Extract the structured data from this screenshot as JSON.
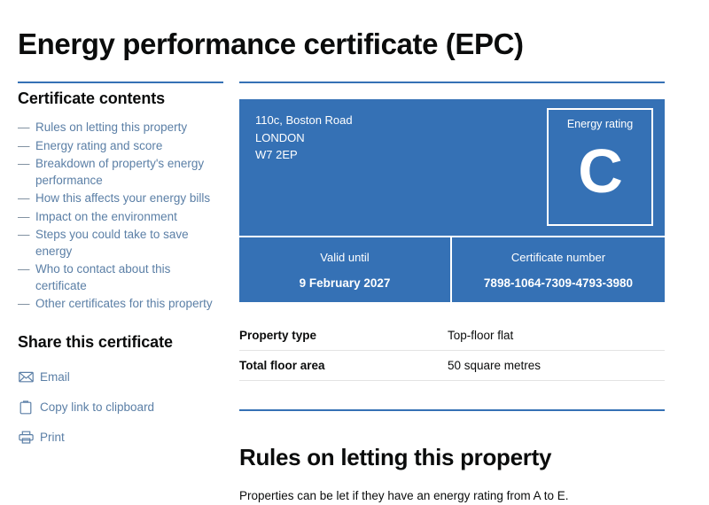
{
  "page": {
    "title": "Energy performance certificate (EPC)"
  },
  "sidebar": {
    "contents_heading": "Certificate contents",
    "contents": [
      {
        "label": "Rules on letting this property",
        "icon": "dash-bullet"
      },
      {
        "label": "Energy rating and score",
        "icon": "dash-bullet"
      },
      {
        "label": "Breakdown of property's energy performance",
        "icon": "dash-bullet"
      },
      {
        "label": "How this affects your energy bills",
        "icon": "dash-bullet"
      },
      {
        "label": "Impact on the environment",
        "icon": "dash-bullet"
      },
      {
        "label": "Steps you could take to save energy",
        "icon": "dash-bullet"
      },
      {
        "label": "Who to contact about this certificate",
        "icon": "dash-bullet"
      },
      {
        "label": "Other certificates for this property",
        "icon": "dash-bullet"
      }
    ],
    "share_heading": "Share this certificate",
    "share": [
      {
        "label": "Email",
        "icon": "envelope-icon"
      },
      {
        "label": "Copy link to clipboard",
        "icon": "clipboard-icon"
      },
      {
        "label": "Print",
        "icon": "printer-icon"
      }
    ]
  },
  "certificate": {
    "address_line1": "110c, Boston Road",
    "address_line2": "LONDON",
    "address_line3": "W7 2EP",
    "rating_label": "Energy rating",
    "rating_letter": "C",
    "valid_until_label": "Valid until",
    "valid_until_value": "9 February 2027",
    "certificate_number_label": "Certificate number",
    "certificate_number_value": "7898-1064-7309-4793-3980"
  },
  "property": {
    "rows": [
      {
        "key": "Property type",
        "value": "Top-floor flat"
      },
      {
        "key": "Total floor area",
        "value": "50 square metres"
      }
    ]
  },
  "section": {
    "heading": "Rules on letting this property",
    "paragraph": "Properties can be let if they have an energy rating from A to E."
  },
  "colors": {
    "panel_blue": "#3571b5",
    "rule_blue": "#3571b5",
    "link_blue": "#5b7fa6",
    "text_black": "#0b0c0c",
    "rule_grey": "#e3e3e3"
  }
}
